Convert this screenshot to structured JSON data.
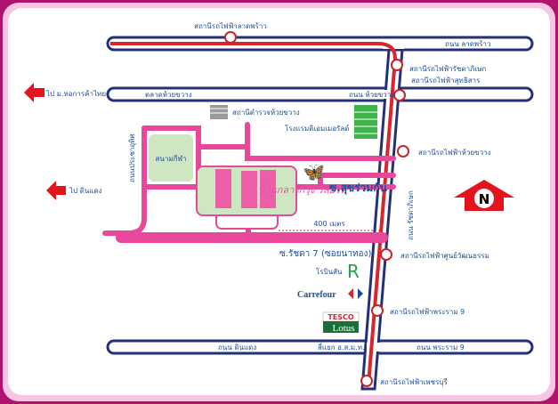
{
  "stations": {
    "ladprao": "สถานีรถไฟฟ้าลาดพร้าว",
    "ratchadaphisek": "สถานีรถไฟฟ้ารัชดาภิเษก",
    "sutthisan": "สถานีรถไฟฟ้าสุทธิสาร",
    "huai_khwang": "สถานีรถไฟฟ้าห้วยขวาง",
    "cultural_centre": "สถานีรถไฟฟ้าศูนย์วัฒนธรรม",
    "rama9": "สถานีรถไฟฟ้าพระราม 9",
    "phetchaburi": "สถานีรถไฟฟ้าเพชรบุรี"
  },
  "roads": {
    "ladprao": "ถนน ลาดพร้าว",
    "huai_khwang": "ถนน ห้วยขวาง",
    "pracha_uthit": "ถนนประชาอุทิศ",
    "ratchadaphisek": "ถนน รัชดาภิเษก",
    "din_daeng": "ถนน ดินแดง",
    "rama9": "ถนน พระราม 9",
    "intersection": "สี่แยก อ.ส.ม.ท.",
    "soi_suk_ruam_kan": "ซ.สุขร่วมกัน",
    "soi_ratchada7": "ซ.รัชดา 7 (ซอยนาทอง)"
  },
  "directions": {
    "to_utcc": "ไป ม.หอการค้าไทย",
    "to_din_daeng": "ไป ดินแดง"
  },
  "places": {
    "market": "ตลาดห้วยขวาง",
    "police": "สถานีตำรวจห้วยขวาง",
    "hotel": "โรงแรมดิเอมเมอรัลด์",
    "stadium": "สนามกีฬา",
    "resort": "บ้านกลางกรุง รีสอร์ท",
    "robinson": "โรบินสัน",
    "carrefour": "Carrefour",
    "tesco": "TESCO",
    "lotus": "Lotus"
  },
  "distance": "400 เมตร",
  "compass": "N",
  "colors": {
    "frame": "#c2187a",
    "road": "#24307a",
    "rail": "#d7262e",
    "soi": "#e8489a"
  }
}
